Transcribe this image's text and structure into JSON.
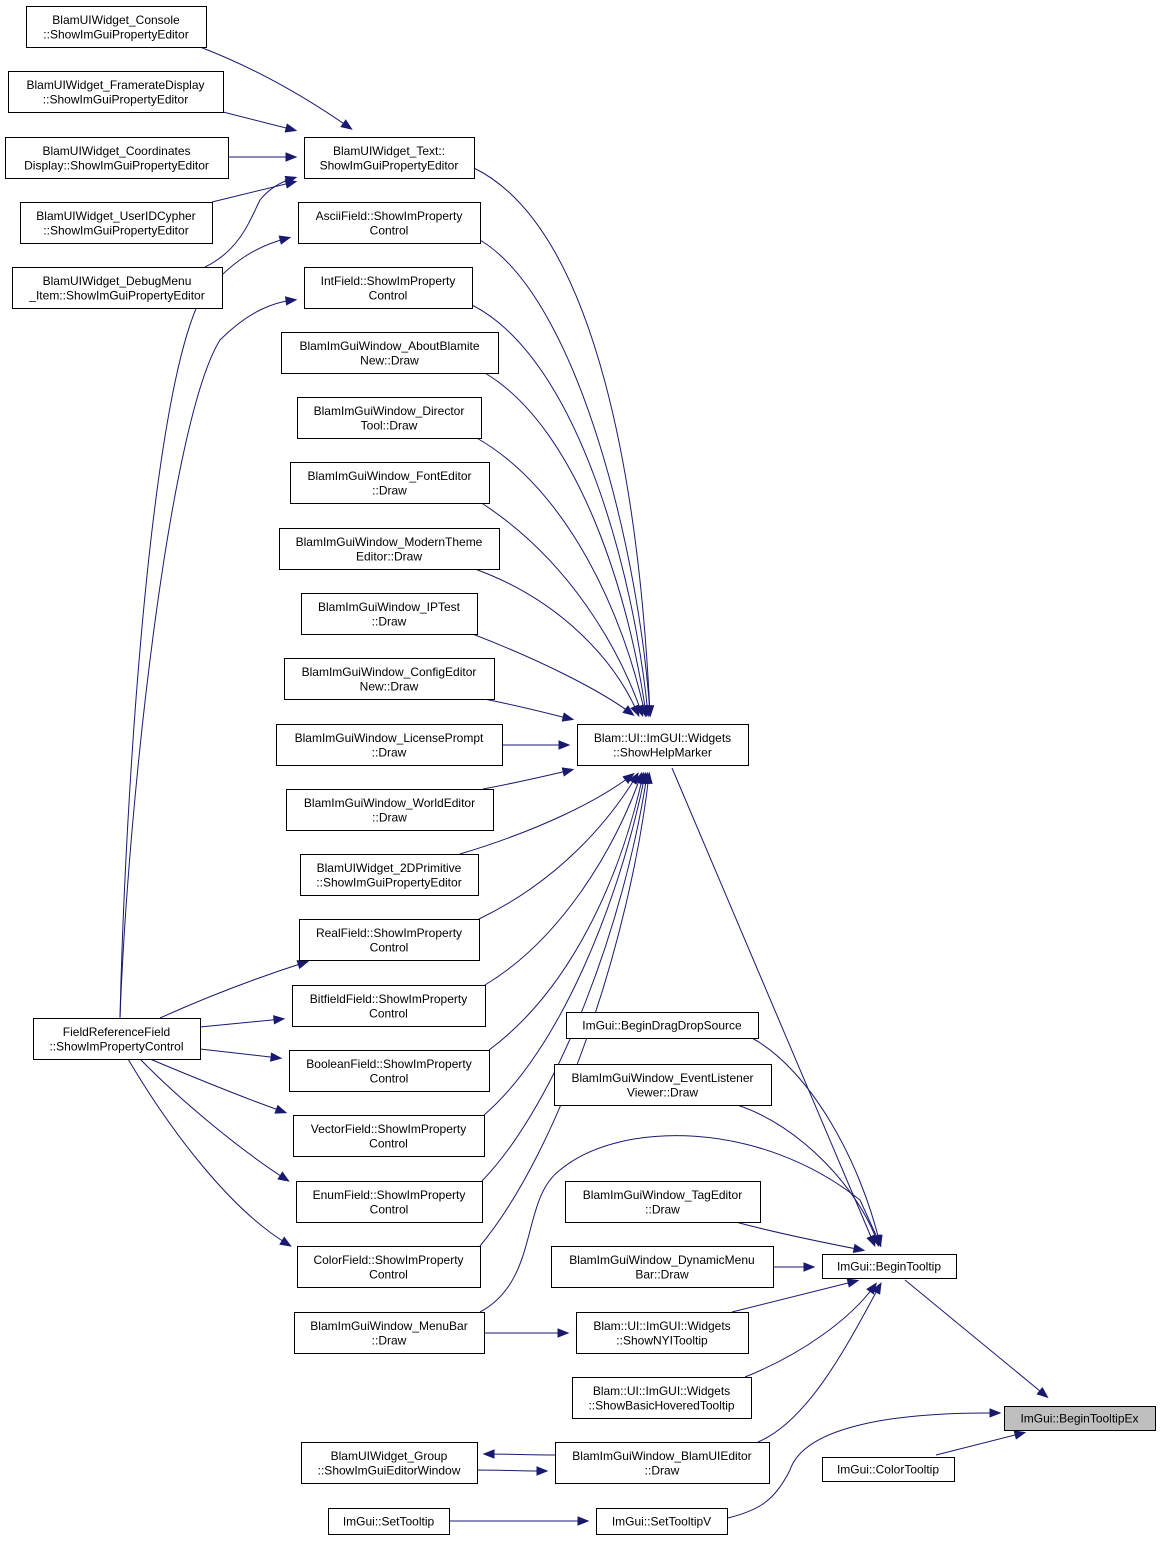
{
  "nodes": [
    {
      "id": "bte",
      "lines": [
        "ImGui::BeginTooltipEx"
      ],
      "highlight": true
    },
    {
      "id": "bt",
      "lines": [
        "ImGui::BeginTooltip"
      ]
    },
    {
      "id": "ct",
      "lines": [
        "ImGui::ColorTooltip"
      ]
    },
    {
      "id": "stv",
      "lines": [
        "ImGui::SetTooltipV"
      ]
    },
    {
      "id": "st",
      "lines": [
        "ImGui::SetTooltip"
      ]
    },
    {
      "id": "shm",
      "lines": [
        "Blam::UI::ImGUI::Widgets",
        "::ShowHelpMarker"
      ]
    },
    {
      "id": "bdds",
      "lines": [
        "ImGui::BeginDragDropSource"
      ]
    },
    {
      "id": "elv",
      "lines": [
        "BlamImGuiWindow_EventListener",
        "Viewer::Draw"
      ]
    },
    {
      "id": "te",
      "lines": [
        "BlamImGuiWindow_TagEditor",
        "::Draw"
      ]
    },
    {
      "id": "dmb",
      "lines": [
        "BlamImGuiWindow_DynamicMenu",
        "Bar::Draw"
      ]
    },
    {
      "id": "nyi",
      "lines": [
        "Blam::UI::ImGUI::Widgets",
        "::ShowNYITooltip"
      ]
    },
    {
      "id": "bht",
      "lines": [
        "Blam::UI::ImGUI::Widgets",
        "::ShowBasicHoveredTooltip"
      ]
    },
    {
      "id": "buie",
      "lines": [
        "BlamImGuiWindow_BlamUIEditor",
        "::Draw"
      ]
    },
    {
      "id": "grp",
      "lines": [
        "BlamUIWidget_Group",
        "::ShowImGuiEditorWindow"
      ]
    },
    {
      "id": "mb",
      "lines": [
        "BlamImGuiWindow_MenuBar",
        "::Draw"
      ]
    },
    {
      "id": "txt",
      "lines": [
        "BlamUIWidget_Text::",
        "ShowImGuiPropertyEditor"
      ]
    },
    {
      "id": "con",
      "lines": [
        "BlamUIWidget_Console",
        "::ShowImGuiPropertyEditor"
      ]
    },
    {
      "id": "frd",
      "lines": [
        "BlamUIWidget_FramerateDisplay",
        "::ShowImGuiPropertyEditor"
      ]
    },
    {
      "id": "crd",
      "lines": [
        "BlamUIWidget_Coordinates",
        "Display::ShowImGuiPropertyEditor"
      ]
    },
    {
      "id": "uid",
      "lines": [
        "BlamUIWidget_UserIDCypher",
        "::ShowImGuiPropertyEditor"
      ]
    },
    {
      "id": "dbm",
      "lines": [
        "BlamUIWidget_DebugMenu",
        "_Item::ShowImGuiPropertyEditor"
      ]
    },
    {
      "id": "asc",
      "lines": [
        "AsciiField::ShowImProperty",
        "Control"
      ]
    },
    {
      "id": "int",
      "lines": [
        "IntField::ShowImProperty",
        "Control"
      ]
    },
    {
      "id": "abt",
      "lines": [
        "BlamImGuiWindow_AboutBlamite",
        "New::Draw"
      ]
    },
    {
      "id": "dir",
      "lines": [
        "BlamImGuiWindow_Director",
        "Tool::Draw"
      ]
    },
    {
      "id": "fnt",
      "lines": [
        "BlamImGuiWindow_FontEditor",
        "::Draw"
      ]
    },
    {
      "id": "mte",
      "lines": [
        "BlamImGuiWindow_ModernTheme",
        "Editor::Draw"
      ]
    },
    {
      "id": "ipt",
      "lines": [
        "BlamImGuiWindow_IPTest",
        "::Draw"
      ]
    },
    {
      "id": "cfg",
      "lines": [
        "BlamImGuiWindow_ConfigEditor",
        "New::Draw"
      ]
    },
    {
      "id": "lic",
      "lines": [
        "BlamImGuiWindow_LicensePrompt",
        "::Draw"
      ]
    },
    {
      "id": "wld",
      "lines": [
        "BlamImGuiWindow_WorldEditor",
        "::Draw"
      ]
    },
    {
      "id": "p2d",
      "lines": [
        "BlamUIWidget_2DPrimitive",
        "::ShowImGuiPropertyEditor"
      ]
    },
    {
      "id": "rf",
      "lines": [
        "RealField::ShowImProperty",
        "Control"
      ]
    },
    {
      "id": "bf",
      "lines": [
        "BitfieldField::ShowImProperty",
        "Control"
      ]
    },
    {
      "id": "bo",
      "lines": [
        "BooleanField::ShowImProperty",
        "Control"
      ]
    },
    {
      "id": "vf",
      "lines": [
        "VectorField::ShowImProperty",
        "Control"
      ]
    },
    {
      "id": "ef",
      "lines": [
        "EnumField::ShowImProperty",
        "Control"
      ]
    },
    {
      "id": "cf",
      "lines": [
        "ColorField::ShowImProperty",
        "Control"
      ]
    },
    {
      "id": "frf",
      "lines": [
        "FieldReferenceField",
        "::ShowImPropertyControl"
      ]
    }
  ],
  "edges": [
    {
      "from": "bt",
      "to": "bte"
    },
    {
      "from": "ct",
      "to": "bte"
    },
    {
      "from": "stv",
      "to": "bte"
    },
    {
      "from": "st",
      "to": "stv"
    },
    {
      "from": "shm",
      "to": "bt"
    },
    {
      "from": "bdds",
      "to": "bt"
    },
    {
      "from": "elv",
      "to": "bt"
    },
    {
      "from": "te",
      "to": "bt"
    },
    {
      "from": "dmb",
      "to": "bt"
    },
    {
      "from": "nyi",
      "to": "bt"
    },
    {
      "from": "bht",
      "to": "bt"
    },
    {
      "from": "buie",
      "to": "bt"
    },
    {
      "from": "mb",
      "to": "bt"
    },
    {
      "from": "mb",
      "to": "nyi"
    },
    {
      "from": "buie",
      "to": "grp"
    },
    {
      "from": "grp",
      "to": "buie"
    },
    {
      "from": "txt",
      "to": "shm"
    },
    {
      "from": "asc",
      "to": "shm"
    },
    {
      "from": "int",
      "to": "shm"
    },
    {
      "from": "abt",
      "to": "shm"
    },
    {
      "from": "dir",
      "to": "shm"
    },
    {
      "from": "fnt",
      "to": "shm"
    },
    {
      "from": "mte",
      "to": "shm"
    },
    {
      "from": "ipt",
      "to": "shm"
    },
    {
      "from": "cfg",
      "to": "shm"
    },
    {
      "from": "lic",
      "to": "shm"
    },
    {
      "from": "wld",
      "to": "shm"
    },
    {
      "from": "p2d",
      "to": "shm"
    },
    {
      "from": "rf",
      "to": "shm"
    },
    {
      "from": "bf",
      "to": "shm"
    },
    {
      "from": "bo",
      "to": "shm"
    },
    {
      "from": "vf",
      "to": "shm"
    },
    {
      "from": "ef",
      "to": "shm"
    },
    {
      "from": "cf",
      "to": "shm"
    },
    {
      "from": "con",
      "to": "txt"
    },
    {
      "from": "frd",
      "to": "txt"
    },
    {
      "from": "crd",
      "to": "txt"
    },
    {
      "from": "uid",
      "to": "txt"
    },
    {
      "from": "dbm",
      "to": "txt"
    },
    {
      "from": "frf",
      "to": "asc"
    },
    {
      "from": "frf",
      "to": "int"
    },
    {
      "from": "frf",
      "to": "rf"
    },
    {
      "from": "frf",
      "to": "bf"
    },
    {
      "from": "frf",
      "to": "bo"
    },
    {
      "from": "frf",
      "to": "vf"
    },
    {
      "from": "frf",
      "to": "ef"
    },
    {
      "from": "frf",
      "to": "cf"
    }
  ],
  "colors": {
    "edge": "#191970",
    "highlight_fill": "#bfbfbf"
  }
}
